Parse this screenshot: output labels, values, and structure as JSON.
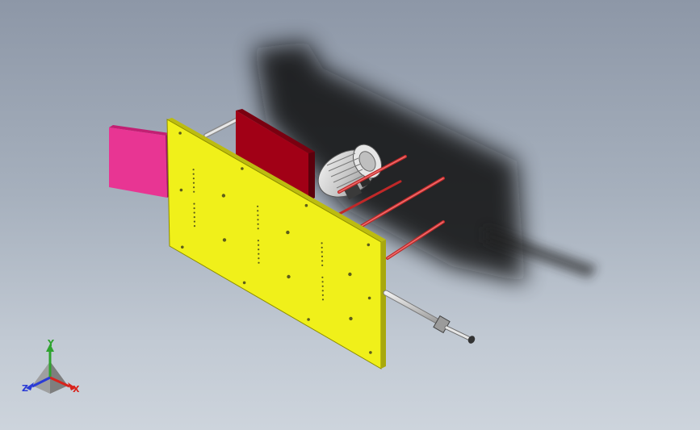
{
  "viewport": {
    "background_top": "#8d97a7",
    "background_bottom": "#cdd4dc"
  },
  "model": {
    "parts": [
      {
        "name": "mounting-plate",
        "color": "#f0f01a"
      },
      {
        "name": "side-panel",
        "color": "#e83593"
      },
      {
        "name": "motor-housing",
        "color": "#a10016"
      },
      {
        "name": "electric-motor",
        "color": "#d9d9d9"
      },
      {
        "name": "red-rods",
        "color": "#e6413c"
      },
      {
        "name": "guide-rods",
        "color": "#dcdcdc"
      },
      {
        "name": "shaft",
        "color": "#cfcfcf"
      }
    ]
  },
  "triad": {
    "x_label": "X",
    "y_label": "Y",
    "z_label": "Z",
    "x_color": "#d8231c",
    "y_color": "#2fa32f",
    "z_color": "#2a3bd6"
  }
}
